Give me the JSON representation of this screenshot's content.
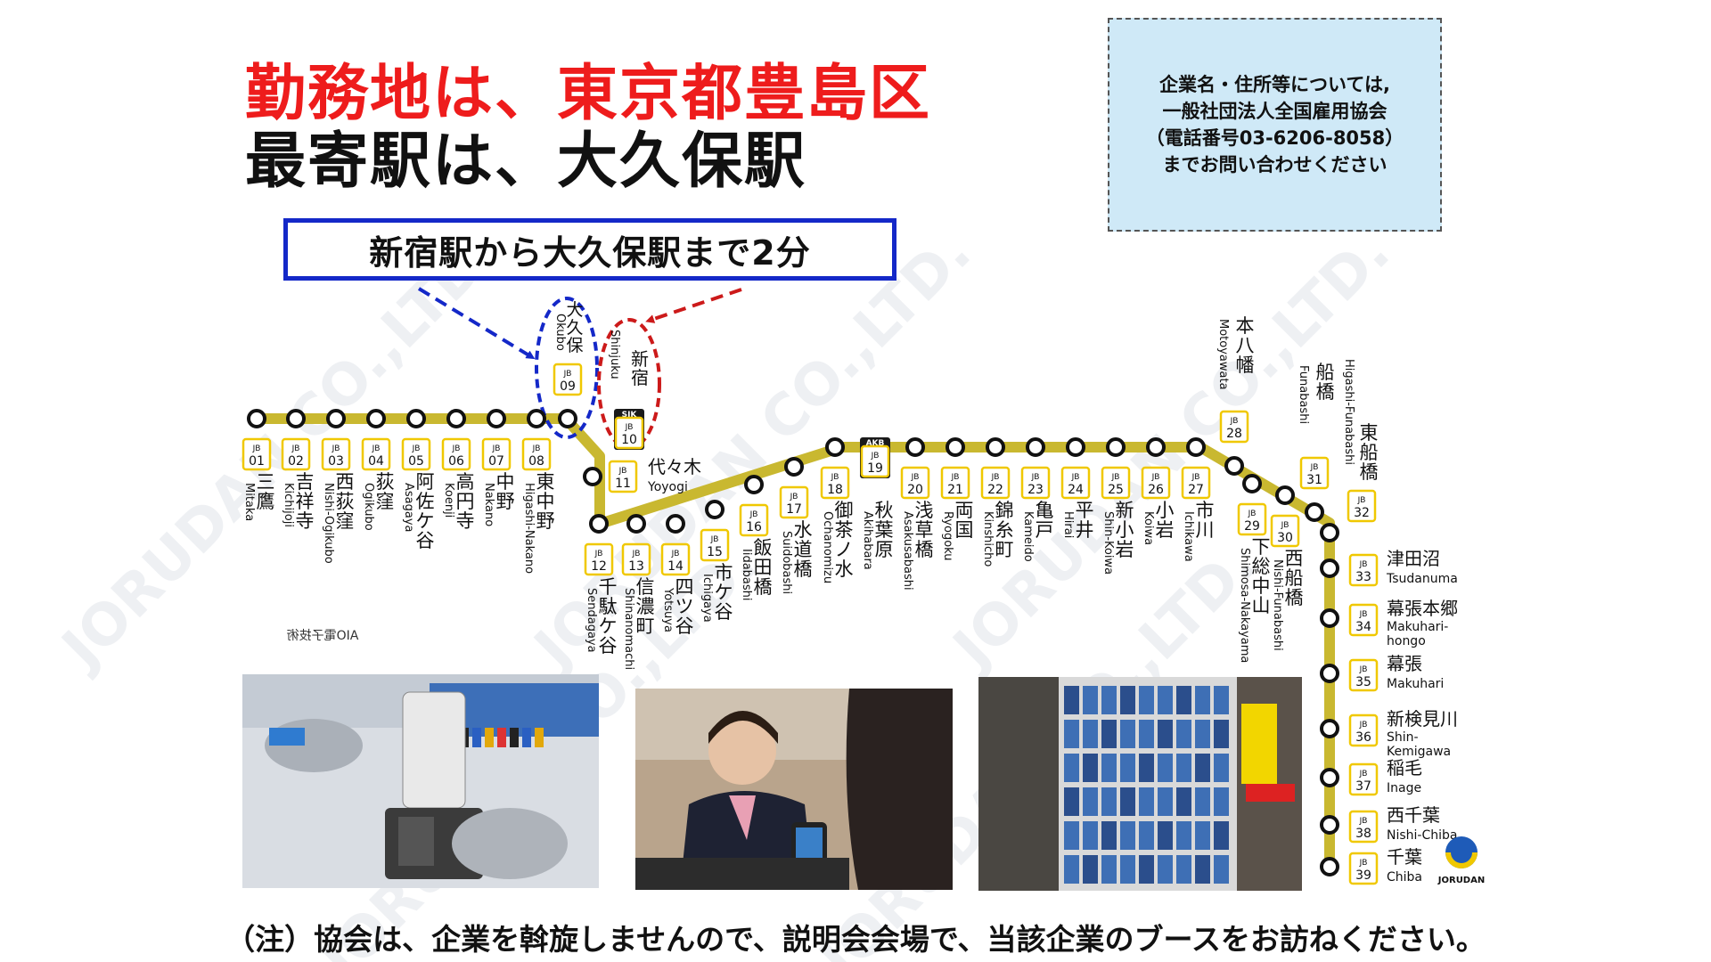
{
  "heading": {
    "line1": "勤務地は、東京都豊島区",
    "line2": "最寄駅は、大久保駅",
    "line1_color": "#ee1c1c",
    "line2_color": "#111111"
  },
  "contact_box": {
    "line1": "企業名・住所等については,",
    "line2": "一般社団法人全国雇用協会",
    "line3": "（電話番号03-6206-8058）",
    "line4": "までお問い合わせください",
    "bg_color": "#cfe9f7"
  },
  "callout": {
    "text": "新宿駅から大久保駅まで2分",
    "border_color": "#1428c8"
  },
  "line_map": {
    "line_color": "#c9b830",
    "badge_border_color": "#f0c800",
    "okubo_highlight_color": "#1428c8",
    "shinjuku_highlight_color": "#cc1a1a",
    "stations": [
      {
        "code": "JB",
        "num": "01",
        "ja": "三鷹",
        "en": "Mitaka"
      },
      {
        "code": "JB",
        "num": "02",
        "ja": "吉祥寺",
        "en": "Kichijoji"
      },
      {
        "code": "JB",
        "num": "03",
        "ja": "西荻窪",
        "en": "Nishi-Ogikubo"
      },
      {
        "code": "JB",
        "num": "04",
        "ja": "荻窪",
        "en": "Ogikubo"
      },
      {
        "code": "JB",
        "num": "05",
        "ja": "阿佐ケ谷",
        "en": "Asagaya"
      },
      {
        "code": "JB",
        "num": "06",
        "ja": "高円寺",
        "en": "Koenji"
      },
      {
        "code": "JB",
        "num": "07",
        "ja": "中野",
        "en": "Nakano"
      },
      {
        "code": "JB",
        "num": "08",
        "ja": "東中野",
        "en": "Higashi-Nakano"
      },
      {
        "code": "JB",
        "num": "09",
        "ja": "大久保",
        "en": "Okubo"
      },
      {
        "code": "JB",
        "num": "10",
        "ja": "新宿",
        "en": "Shinjuku",
        "hub": "SJK"
      },
      {
        "code": "JB",
        "num": "11",
        "ja": "代々木",
        "en": "Yoyogi"
      },
      {
        "code": "JB",
        "num": "12",
        "ja": "千駄ケ谷",
        "en": "Sendagaya"
      },
      {
        "code": "JB",
        "num": "13",
        "ja": "信濃町",
        "en": "Shinanomachi"
      },
      {
        "code": "JB",
        "num": "14",
        "ja": "四ツ谷",
        "en": "Yotsuya"
      },
      {
        "code": "JB",
        "num": "15",
        "ja": "市ケ谷",
        "en": "Ichigaya"
      },
      {
        "code": "JB",
        "num": "16",
        "ja": "飯田橋",
        "en": "Iidabashi"
      },
      {
        "code": "JB",
        "num": "17",
        "ja": "水道橋",
        "en": "Suidobashi"
      },
      {
        "code": "JB",
        "num": "18",
        "ja": "御茶ノ水",
        "en": "Ochanomizu"
      },
      {
        "code": "JB",
        "num": "19",
        "ja": "秋葉原",
        "en": "Akihabara",
        "hub": "AKB"
      },
      {
        "code": "JB",
        "num": "20",
        "ja": "浅草橋",
        "en": "Asakusabashi"
      },
      {
        "code": "JB",
        "num": "21",
        "ja": "両国",
        "en": "Ryogoku"
      },
      {
        "code": "JB",
        "num": "22",
        "ja": "錦糸町",
        "en": "Kinshicho"
      },
      {
        "code": "JB",
        "num": "23",
        "ja": "亀戸",
        "en": "Kameido"
      },
      {
        "code": "JB",
        "num": "24",
        "ja": "平井",
        "en": "Hirai"
      },
      {
        "code": "JB",
        "num": "25",
        "ja": "新小岩",
        "en": "Shin-Koiwa"
      },
      {
        "code": "JB",
        "num": "26",
        "ja": "小岩",
        "en": "Koiwa"
      },
      {
        "code": "JB",
        "num": "27",
        "ja": "市川",
        "en": "Ichikawa"
      },
      {
        "code": "JB",
        "num": "28",
        "ja": "本八幡",
        "en": "Motoyawata"
      },
      {
        "code": "JB",
        "num": "29",
        "ja": "下総中山",
        "en": "Shimosa-Nakayama"
      },
      {
        "code": "JB",
        "num": "30",
        "ja": "西船橋",
        "en": "Nishi-Funabashi"
      },
      {
        "code": "JB",
        "num": "31",
        "ja": "船橋",
        "en": "Funabashi"
      },
      {
        "code": "JB",
        "num": "32",
        "ja": "東船橋",
        "en": "Higashi-Funabashi"
      },
      {
        "code": "JB",
        "num": "33",
        "ja": "津田沼",
        "en": "Tsudanuma"
      },
      {
        "code": "JB",
        "num": "34",
        "ja": "幕張本郷",
        "en": "Makuhari-hongo"
      },
      {
        "code": "JB",
        "num": "35",
        "ja": "幕張",
        "en": "Makuhari"
      },
      {
        "code": "JB",
        "num": "36",
        "ja": "新検見川",
        "en": "Shin-Kemigawa"
      },
      {
        "code": "JB",
        "num": "37",
        "ja": "稲毛",
        "en": "Inage"
      },
      {
        "code": "JB",
        "num": "38",
        "ja": "西千葉",
        "en": "Nishi-Chiba"
      },
      {
        "code": "JB",
        "num": "39",
        "ja": "千葉",
        "en": "Chiba"
      }
    ],
    "watermark": "JORUDAN CO.,LTD.",
    "mirrored_caption": "AIO電子技術",
    "logo_text": "JORUDAN"
  },
  "note": "（注）協会は、企業を斡旋しませんので、説明会会場で、当該企業のブースをお訪ねください。"
}
